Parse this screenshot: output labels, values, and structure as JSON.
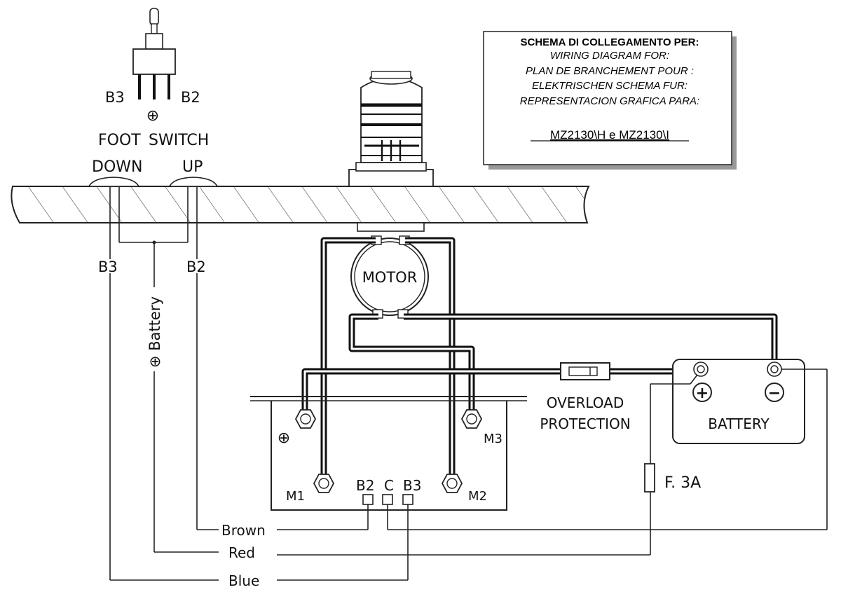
{
  "title_box": {
    "line1": "SCHEMA DI COLLEGAMENTO PER:",
    "line2": "WIRING DIAGRAM FOR:",
    "line3": "PLAN DE BRANCHEMENT POUR :",
    "line4": "ELEKTRISCHEN SCHEMA FUR:",
    "line5": "REPRESENTACION GRAFICA PARA:",
    "model": "MZ2130\\H e MZ2130\\I"
  },
  "switch": {
    "b3": "B3",
    "b2": "B2",
    "plus": "⊕",
    "label_foot": "FOOT",
    "label_switch": "SWITCH",
    "down": "DOWN",
    "up": "UP"
  },
  "wires": {
    "b3": "B3",
    "b2": "B2",
    "battery": "⊕ Battery",
    "brown": "Brown",
    "red": "Red",
    "blue": "Blue"
  },
  "motor": {
    "label": "MOTOR"
  },
  "control_box": {
    "plus": "⊕",
    "m1": "M1",
    "m2": "M2",
    "m3": "M3",
    "b2": "B2",
    "c": "C",
    "b3": "B3"
  },
  "overload": {
    "line1": "OVERLOAD",
    "line2": "PROTECTION"
  },
  "battery": {
    "label": "BATTERY",
    "plus": "+",
    "minus": "−"
  },
  "fuse": {
    "label": "F.  3A"
  }
}
